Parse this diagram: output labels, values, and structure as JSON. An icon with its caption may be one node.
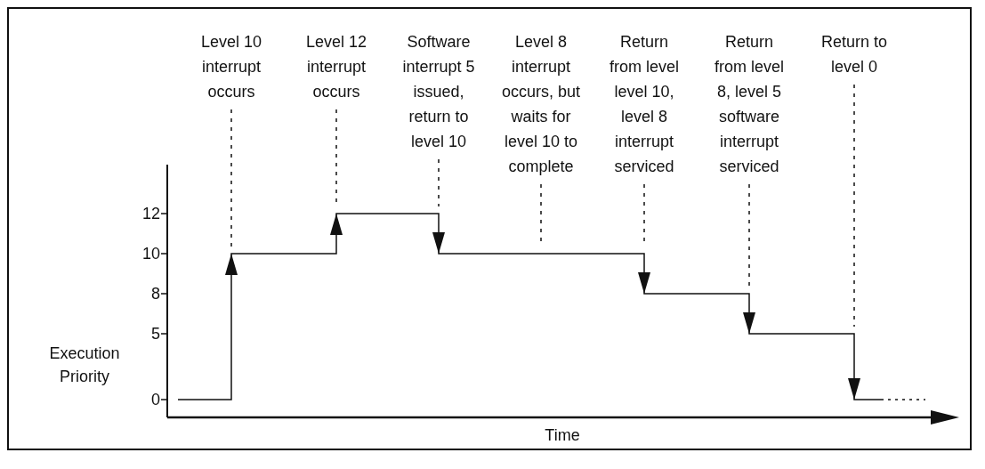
{
  "diagram": {
    "nodes": [
      {
        "text": [
          "Level 10 interrupt occurs"
        ]
      },
      {
        "text": [
          "Level 12 interrupt occurs"
        ]
      },
      {
        "text": [
          "Software interrupt 5 issued, return to level 10"
        ]
      },
      {
        "text": [
          "Level 8 interrupt occurs, but waits for level 10 to complete"
        ]
      },
      {
        "text": [
          "Return from level level 10, level 8 interrupt serviced"
        ]
      },
      {
        "text": [
          "Return from level 8, level 5 software interrupt serviced"
        ]
      },
      {
        "text": [
          "Return to level 0"
        ]
      }
    ],
    "edges": [
      {
        "from": 0,
        "to": null,
        "arrow": "none",
        "style": "dashed"
      },
      {
        "from": 1,
        "to": null,
        "arrow": "none",
        "style": "dashed"
      },
      {
        "from": 2,
        "to": null,
        "arrow": "none",
        "style": "dashed"
      },
      {
        "from": 3,
        "to": null,
        "arrow": "none",
        "style": "dashed"
      },
      {
        "from": 4,
        "to": null,
        "arrow": "none",
        "style": "dashed"
      },
      {
        "from": 5,
        "to": null,
        "arrow": "none",
        "style": "dashed"
      },
      {
        "from": 6,
        "to": null,
        "arrow": "none",
        "style": "dashed"
      }
    ],
    "labels": [
      "12",
      "10",
      "8",
      "5",
      "Execution Priority",
      "0",
      "Time"
    ]
  }
}
